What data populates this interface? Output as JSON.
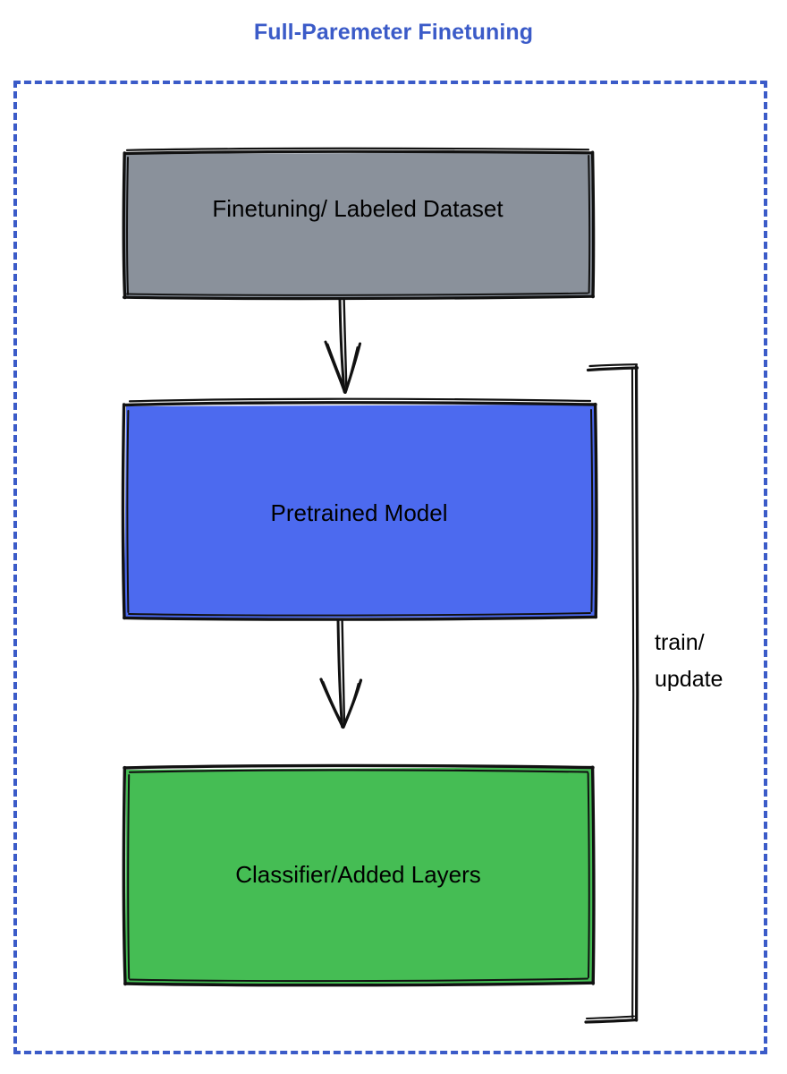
{
  "diagram": {
    "title": "Full-Paremeter Finetuning",
    "title_color": "#3B5BC8",
    "frame_style": "dashed",
    "frame_color": "#3B5BC8",
    "background_color": "#FFFFFF",
    "style": "hand-drawn sketch"
  },
  "nodes": {
    "dataset": {
      "label": "Finetuning/ Labeled Dataset",
      "fill": "#8A919B",
      "stroke": "#111111"
    },
    "pretrained": {
      "label": "Pretrained Model",
      "fill": "#4C6AEF",
      "stroke": "#111111"
    },
    "classifier": {
      "label": "Classifier/Added Layers",
      "fill": "#45BD54",
      "stroke": "#111111"
    }
  },
  "edges": {
    "dataset_to_pretrained": {
      "label": "",
      "arrow": "down"
    },
    "pretrained_to_classifier": {
      "label": "",
      "arrow": "down"
    },
    "feedback_loop": {
      "label": "train/\nupdate",
      "label_line1": "train/",
      "label_line2": "update",
      "from": "classifier",
      "to": "pretrained"
    }
  }
}
